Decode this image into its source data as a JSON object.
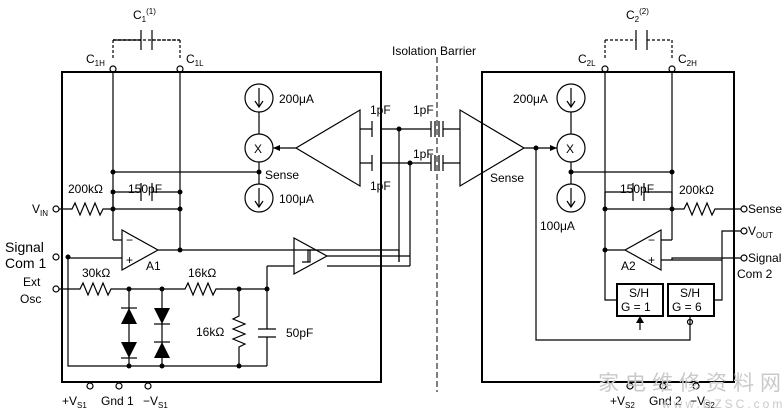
{
  "labels": {
    "c1": "C",
    "c1_sub": "1",
    "c1_sup": "(1)",
    "c2": "C",
    "c2_sub": "2",
    "c2_sup": "(2)",
    "c1h": "C",
    "c1h_sub": "1H",
    "c1l": "C",
    "c1l_sub": "1L",
    "c2l": "C",
    "c2l_sub": "2L",
    "c2h": "C",
    "c2h_sub": "2H",
    "isolation_barrier": "Isolation Barrier",
    "i_200_left": "200μA",
    "i_100_left": "100μA",
    "i_200_right": "200μA",
    "i_100_right": "100μA",
    "mult": "X",
    "sense_left": "Sense",
    "sense_right": "Sense",
    "cap_1pf": "1pF",
    "r_200k": "200kΩ",
    "c_150p": "150pF",
    "vin": "V",
    "vin_sub": "IN",
    "signal_com1_a": "Signal",
    "signal_com1_b": "Com 1",
    "ext_osc_a": "Ext",
    "ext_osc_b": "Osc",
    "a1": "A1",
    "a2": "A2",
    "r_30k": "30kΩ",
    "r_16k": "16kΩ",
    "c_50p": "50pF",
    "sense_out": "Sense",
    "vout": "V",
    "vout_sub": "OUT",
    "signal_com2_a": "Signal",
    "signal_com2_b": "Com 2",
    "sh": "S/H",
    "g1": "G = 1",
    "g6": "G = 6",
    "vs1_pos": "+V",
    "vs1_sub": "S1",
    "gnd1": "Gnd 1",
    "vs1_neg": "−V",
    "vs2_pos": "+V",
    "vs2_sub": "S2",
    "gnd2": "Gnd 2",
    "vs2_neg": "−V",
    "minus": "−",
    "plus": "+",
    "schmitt": "⎍"
  },
  "watermark": {
    "text": "家电维修资料网",
    "url": "www.DZSC.com"
  }
}
